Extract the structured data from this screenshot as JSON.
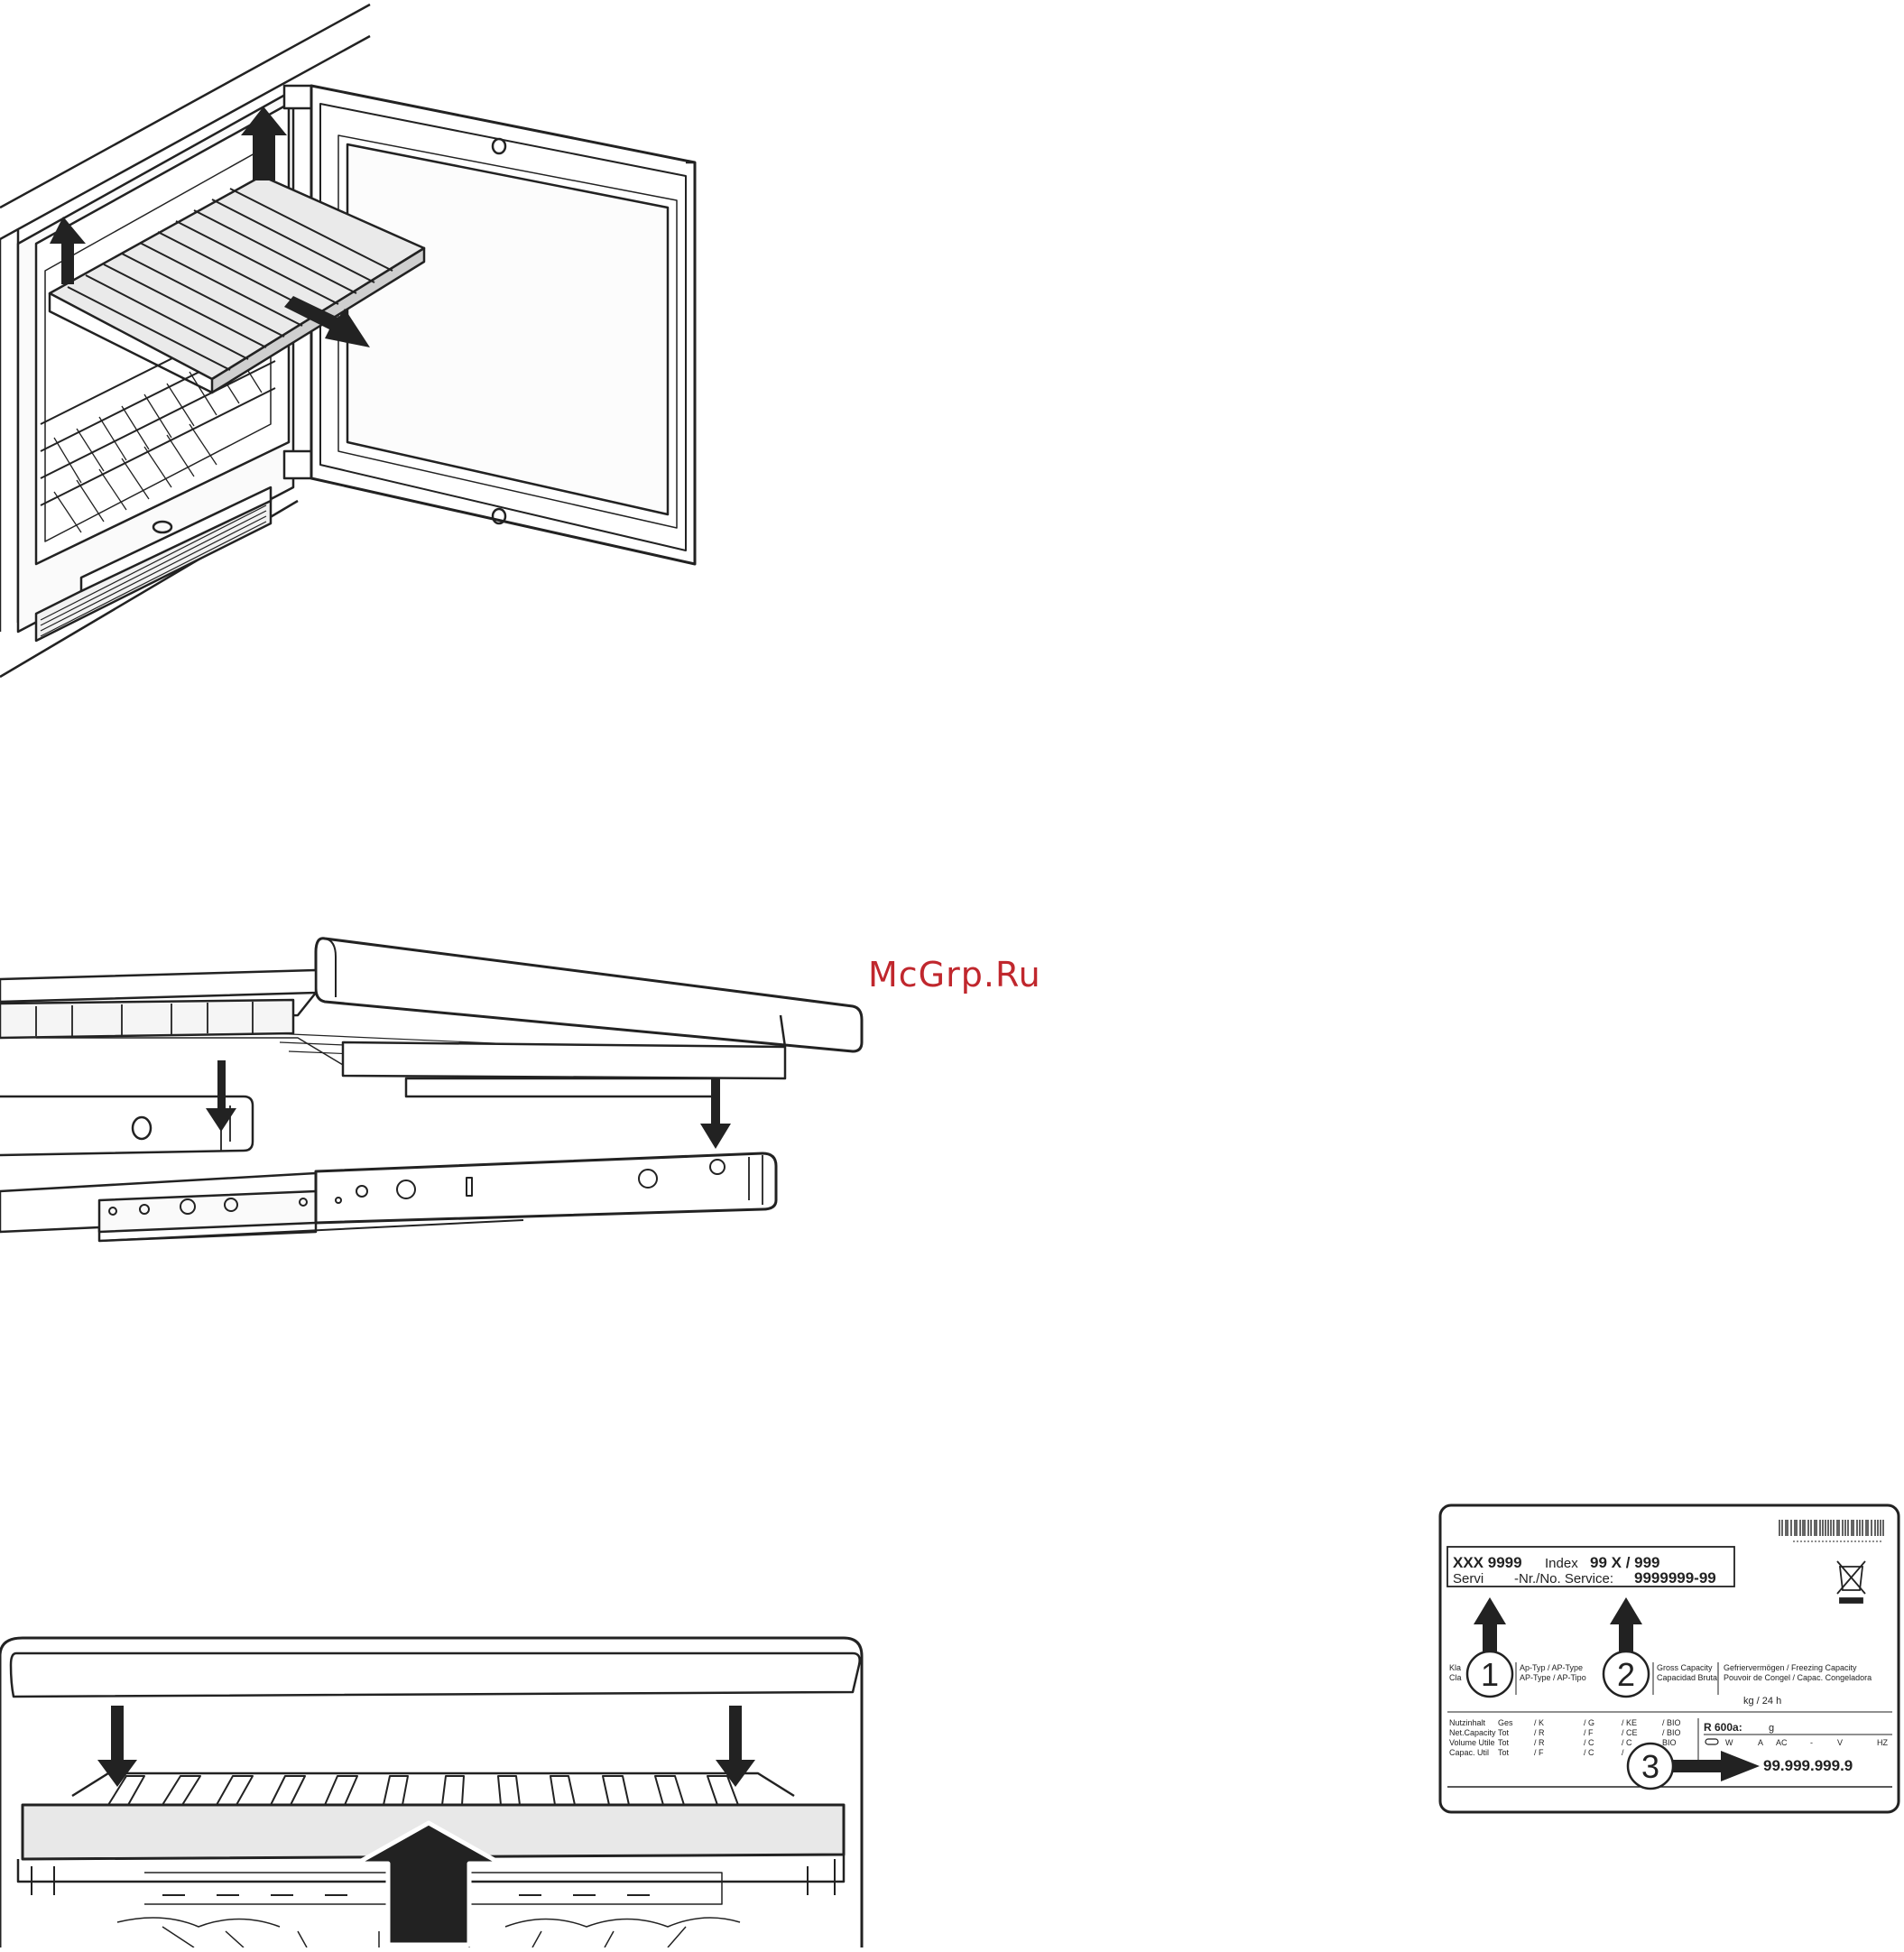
{
  "watermark": "McGrp.Ru",
  "rating_plate": {
    "model": "XXX 9999",
    "index_label": "Index",
    "index_value": "99 X / 999",
    "service_label_a": "Servi",
    "service_label_b": "-Nr./No. Service:",
    "service_value": "9999999-99",
    "class_label_1": "Kla",
    "class_label_2": "Cla",
    "ap_type_1": "Ap-Typ / AP-Type",
    "ap_type_2": "AP-Type / AP-Tipo",
    "gross_capacity_1": "Gross Capacity",
    "gross_capacity_2": "Capacidad Bruta",
    "freezing_capacity_1": "Gefriervermögen / Freezing Capacity",
    "freezing_capacity_2": "Pouvoir de Congel / Capac. Congeladora",
    "freezing_unit": "kg / 24 h",
    "capacity_rows": [
      {
        "label": "Nutzinhalt",
        "tot": "Ges",
        "a": "/ K",
        "b": "/ G",
        "c": "/ KE",
        "d": "/ BIO"
      },
      {
        "label": "Net.Capacity",
        "tot": "Tot",
        "a": "/ R",
        "b": "/ F",
        "c": "/ CE",
        "d": "/ BIO"
      },
      {
        "label": "Volume Utile",
        "tot": "Tot",
        "a": "/ R",
        "b": "/ C",
        "c": "/ C",
        "d": "BIO"
      },
      {
        "label": "Capac. Util",
        "tot": "Tot",
        "a": "/ F",
        "b": "/ C",
        "c": "/",
        "d": "O"
      }
    ],
    "refrigerant": "R 600a:",
    "refrigerant_unit": "g",
    "electrical": [
      "W",
      "A",
      "AC",
      "-",
      "V",
      "HZ"
    ],
    "serial_number": "99.999.999.9",
    "callouts": [
      "1",
      "2",
      "3"
    ]
  }
}
